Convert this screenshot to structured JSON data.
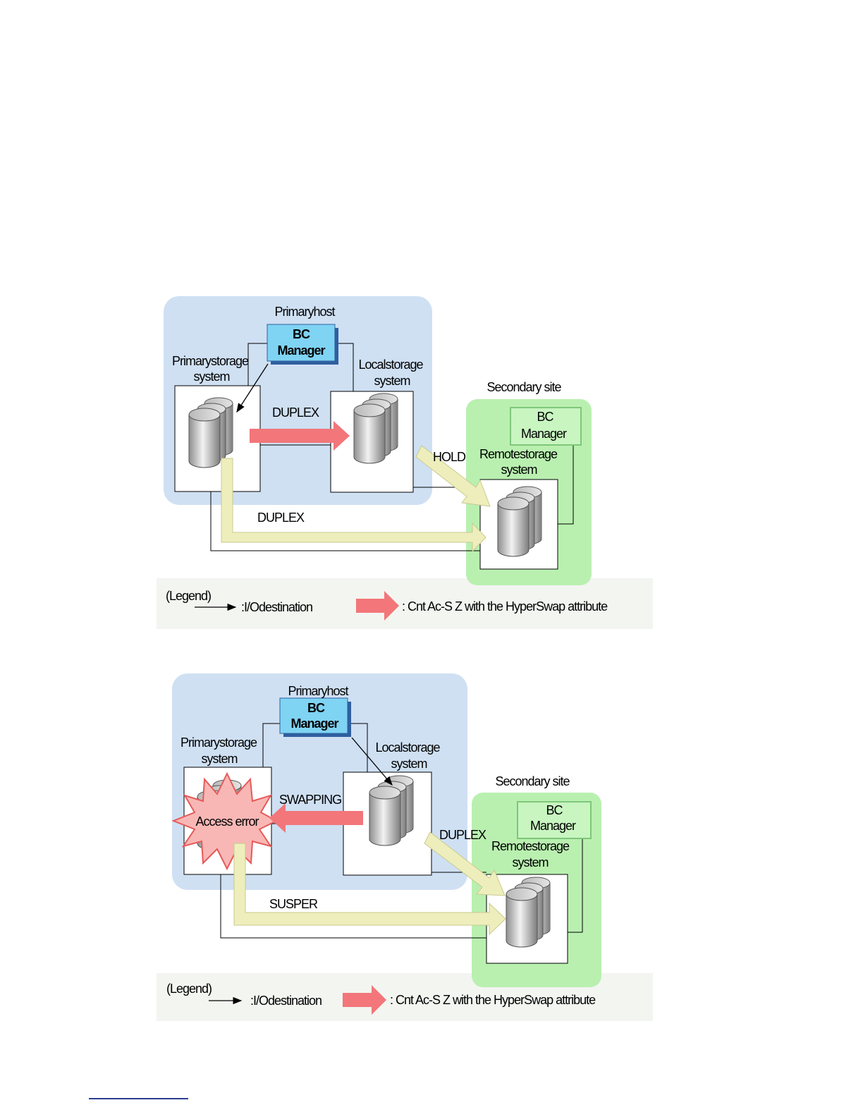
{
  "diagram1": {
    "primary_host": "Primaryhost",
    "bc_manager_line1": "BC",
    "bc_manager_line2": "Manager",
    "primary_storage_line1": "Primarystorage",
    "primary_storage_line2": "system",
    "local_storage_line1": "Localstorage",
    "local_storage_line2": "system",
    "secondary_site": "Secondary site",
    "secondary_bc_line1": "BC",
    "secondary_bc_line2": "Manager",
    "remote_storage_line1": "Remotestorage",
    "remote_storage_line2": "system",
    "pair_primary_local": "DUPLEX",
    "pair_local_remote": "HOLD",
    "pair_primary_remote": "DUPLEX",
    "legend_title": "(Legend)",
    "legend_io": ":I/Odestination",
    "legend_arrow": ": Cnt Ac-S Z with the HyperSwap attribute"
  },
  "diagram2": {
    "primary_host": "Primaryhost",
    "bc_manager_line1": "BC",
    "bc_manager_line2": "Manager",
    "primary_storage_line1": "Primarystorage",
    "primary_storage_line2": "system",
    "local_storage_line1": "Localstorage",
    "local_storage_line2": "system",
    "secondary_site": "Secondary site",
    "secondary_bc_line1": "BC",
    "secondary_bc_line2": "Manager",
    "remote_storage_line1": "Remotestorage",
    "remote_storage_line2": "system",
    "pair_primary_local": "SWAPPING",
    "pair_local_remote": "DUPLEX",
    "pair_primary_remote": "SUSPER",
    "access_error": "Access error",
    "legend_title": "(Legend)",
    "legend_io": ":I/Odestination",
    "legend_arrow": ": Cnt Ac-S Z with the HyperSwap attribute"
  },
  "colors": {
    "primary_site_fill": "#cfe0f3",
    "secondary_site_fill": "#b9f0b0",
    "bc_manager_fill": "#7fd3f3",
    "hyperswap_arrow": "#f2767a",
    "pair_arrow": "#eeeebc",
    "access_error_burst": "#f8b7b5"
  }
}
